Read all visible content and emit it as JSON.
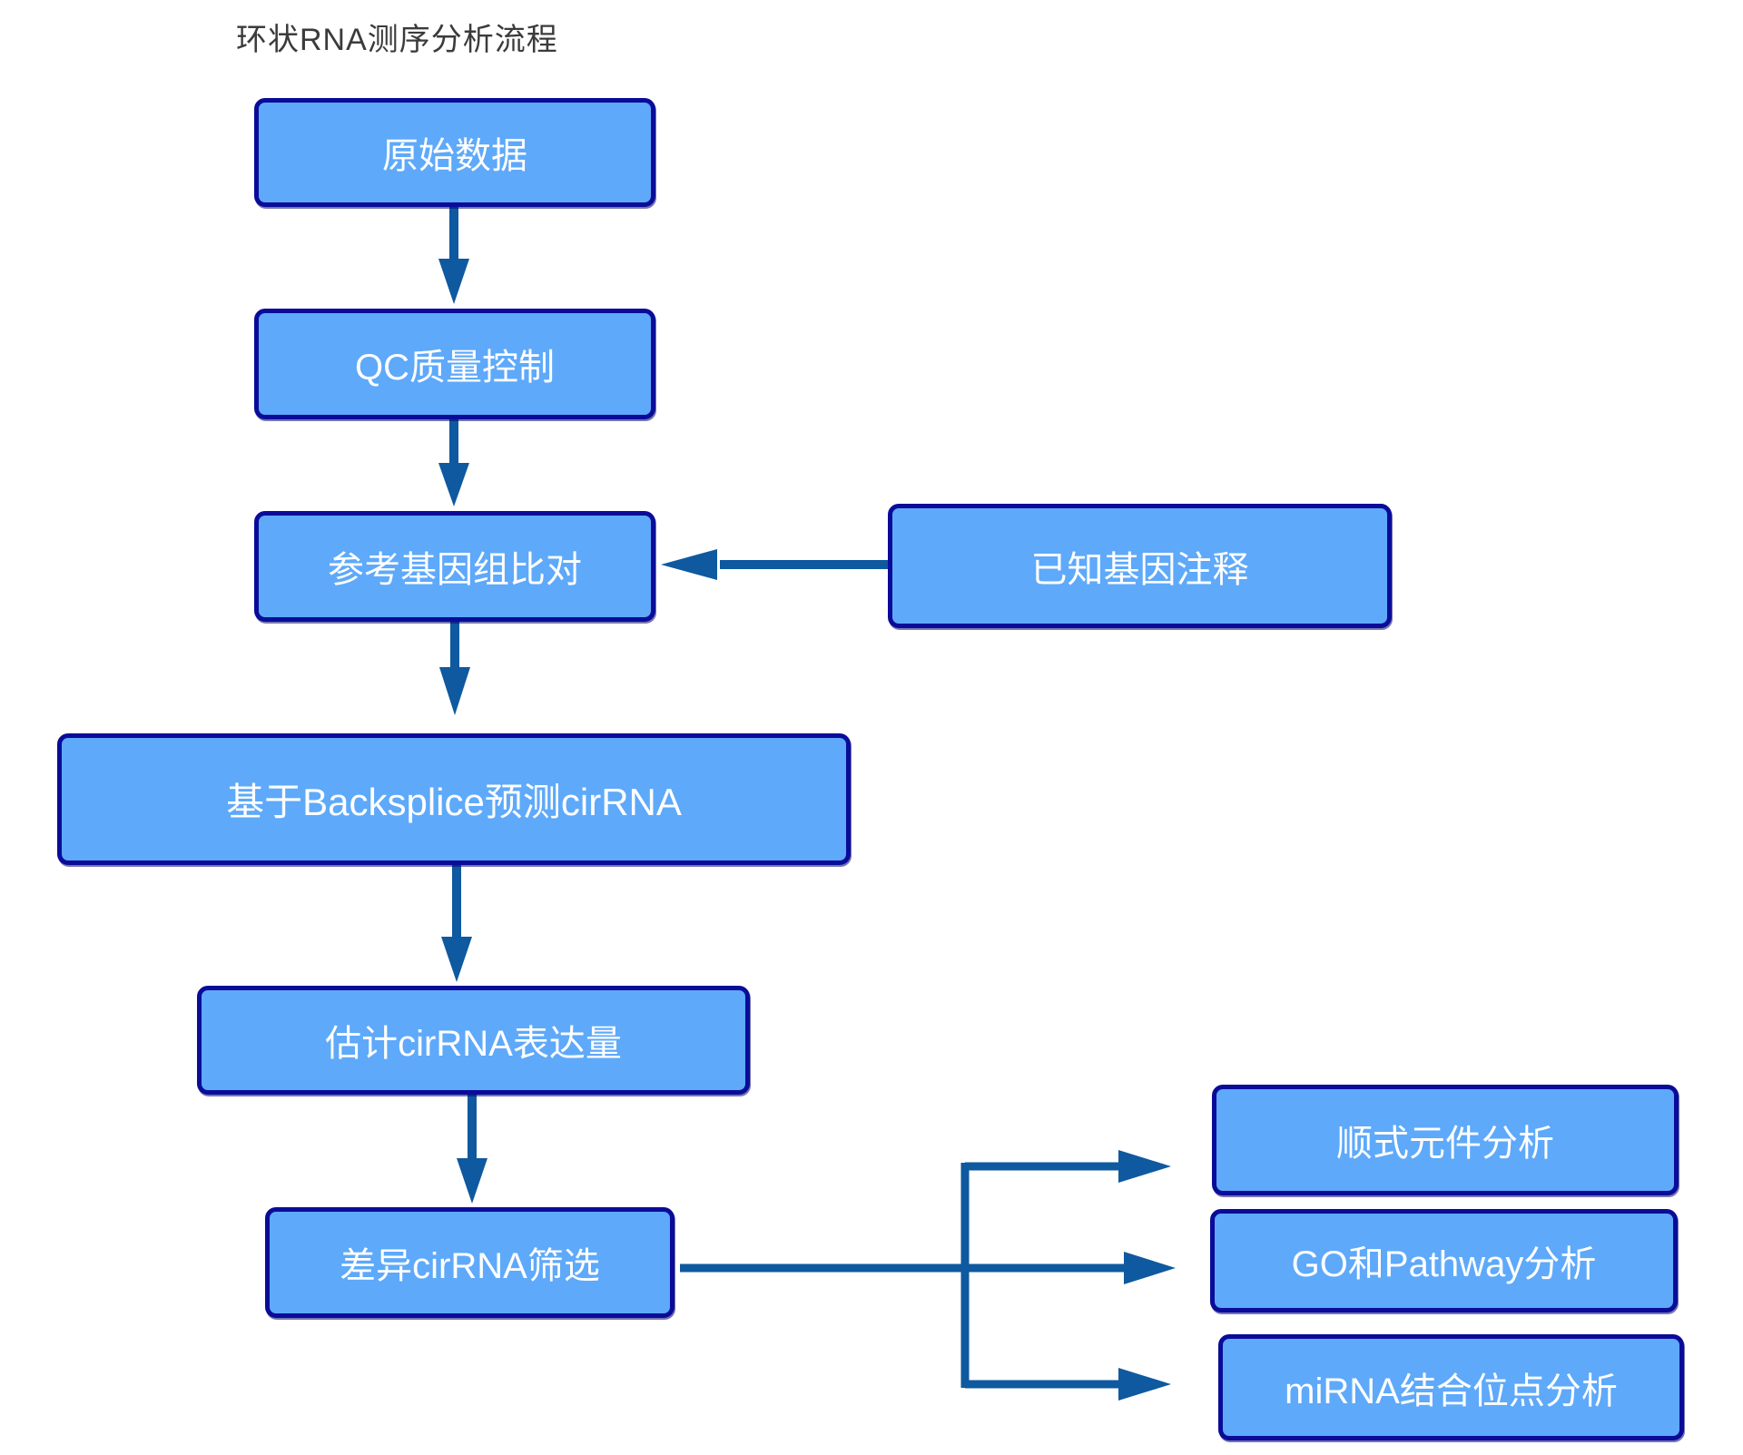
{
  "title": "环状RNA测序分析流程",
  "nodes": {
    "raw": {
      "label": "原始数据"
    },
    "qc": {
      "label": "QC质量控制"
    },
    "align": {
      "label": "参考基因组比对"
    },
    "annotation": {
      "label": "已知基因注释"
    },
    "backsplice": {
      "label": "基于Backsplice预测cirRNA"
    },
    "expression": {
      "label": "估计cirRNA表达量"
    },
    "diff": {
      "label": "差异cirRNA筛选"
    },
    "cis": {
      "label": "顺式元件分析"
    },
    "go_pathway": {
      "label": "GO和Pathway分析"
    },
    "mirna": {
      "label": "miRNA结合位点分析"
    }
  },
  "colors": {
    "background": "#FFFFFF",
    "node_fill": "#5EA9FA",
    "node_border": "#0A0C99",
    "node_text": "#FFFFFF",
    "arrow": "#0E599F",
    "title_text": "#3B3B3B"
  }
}
